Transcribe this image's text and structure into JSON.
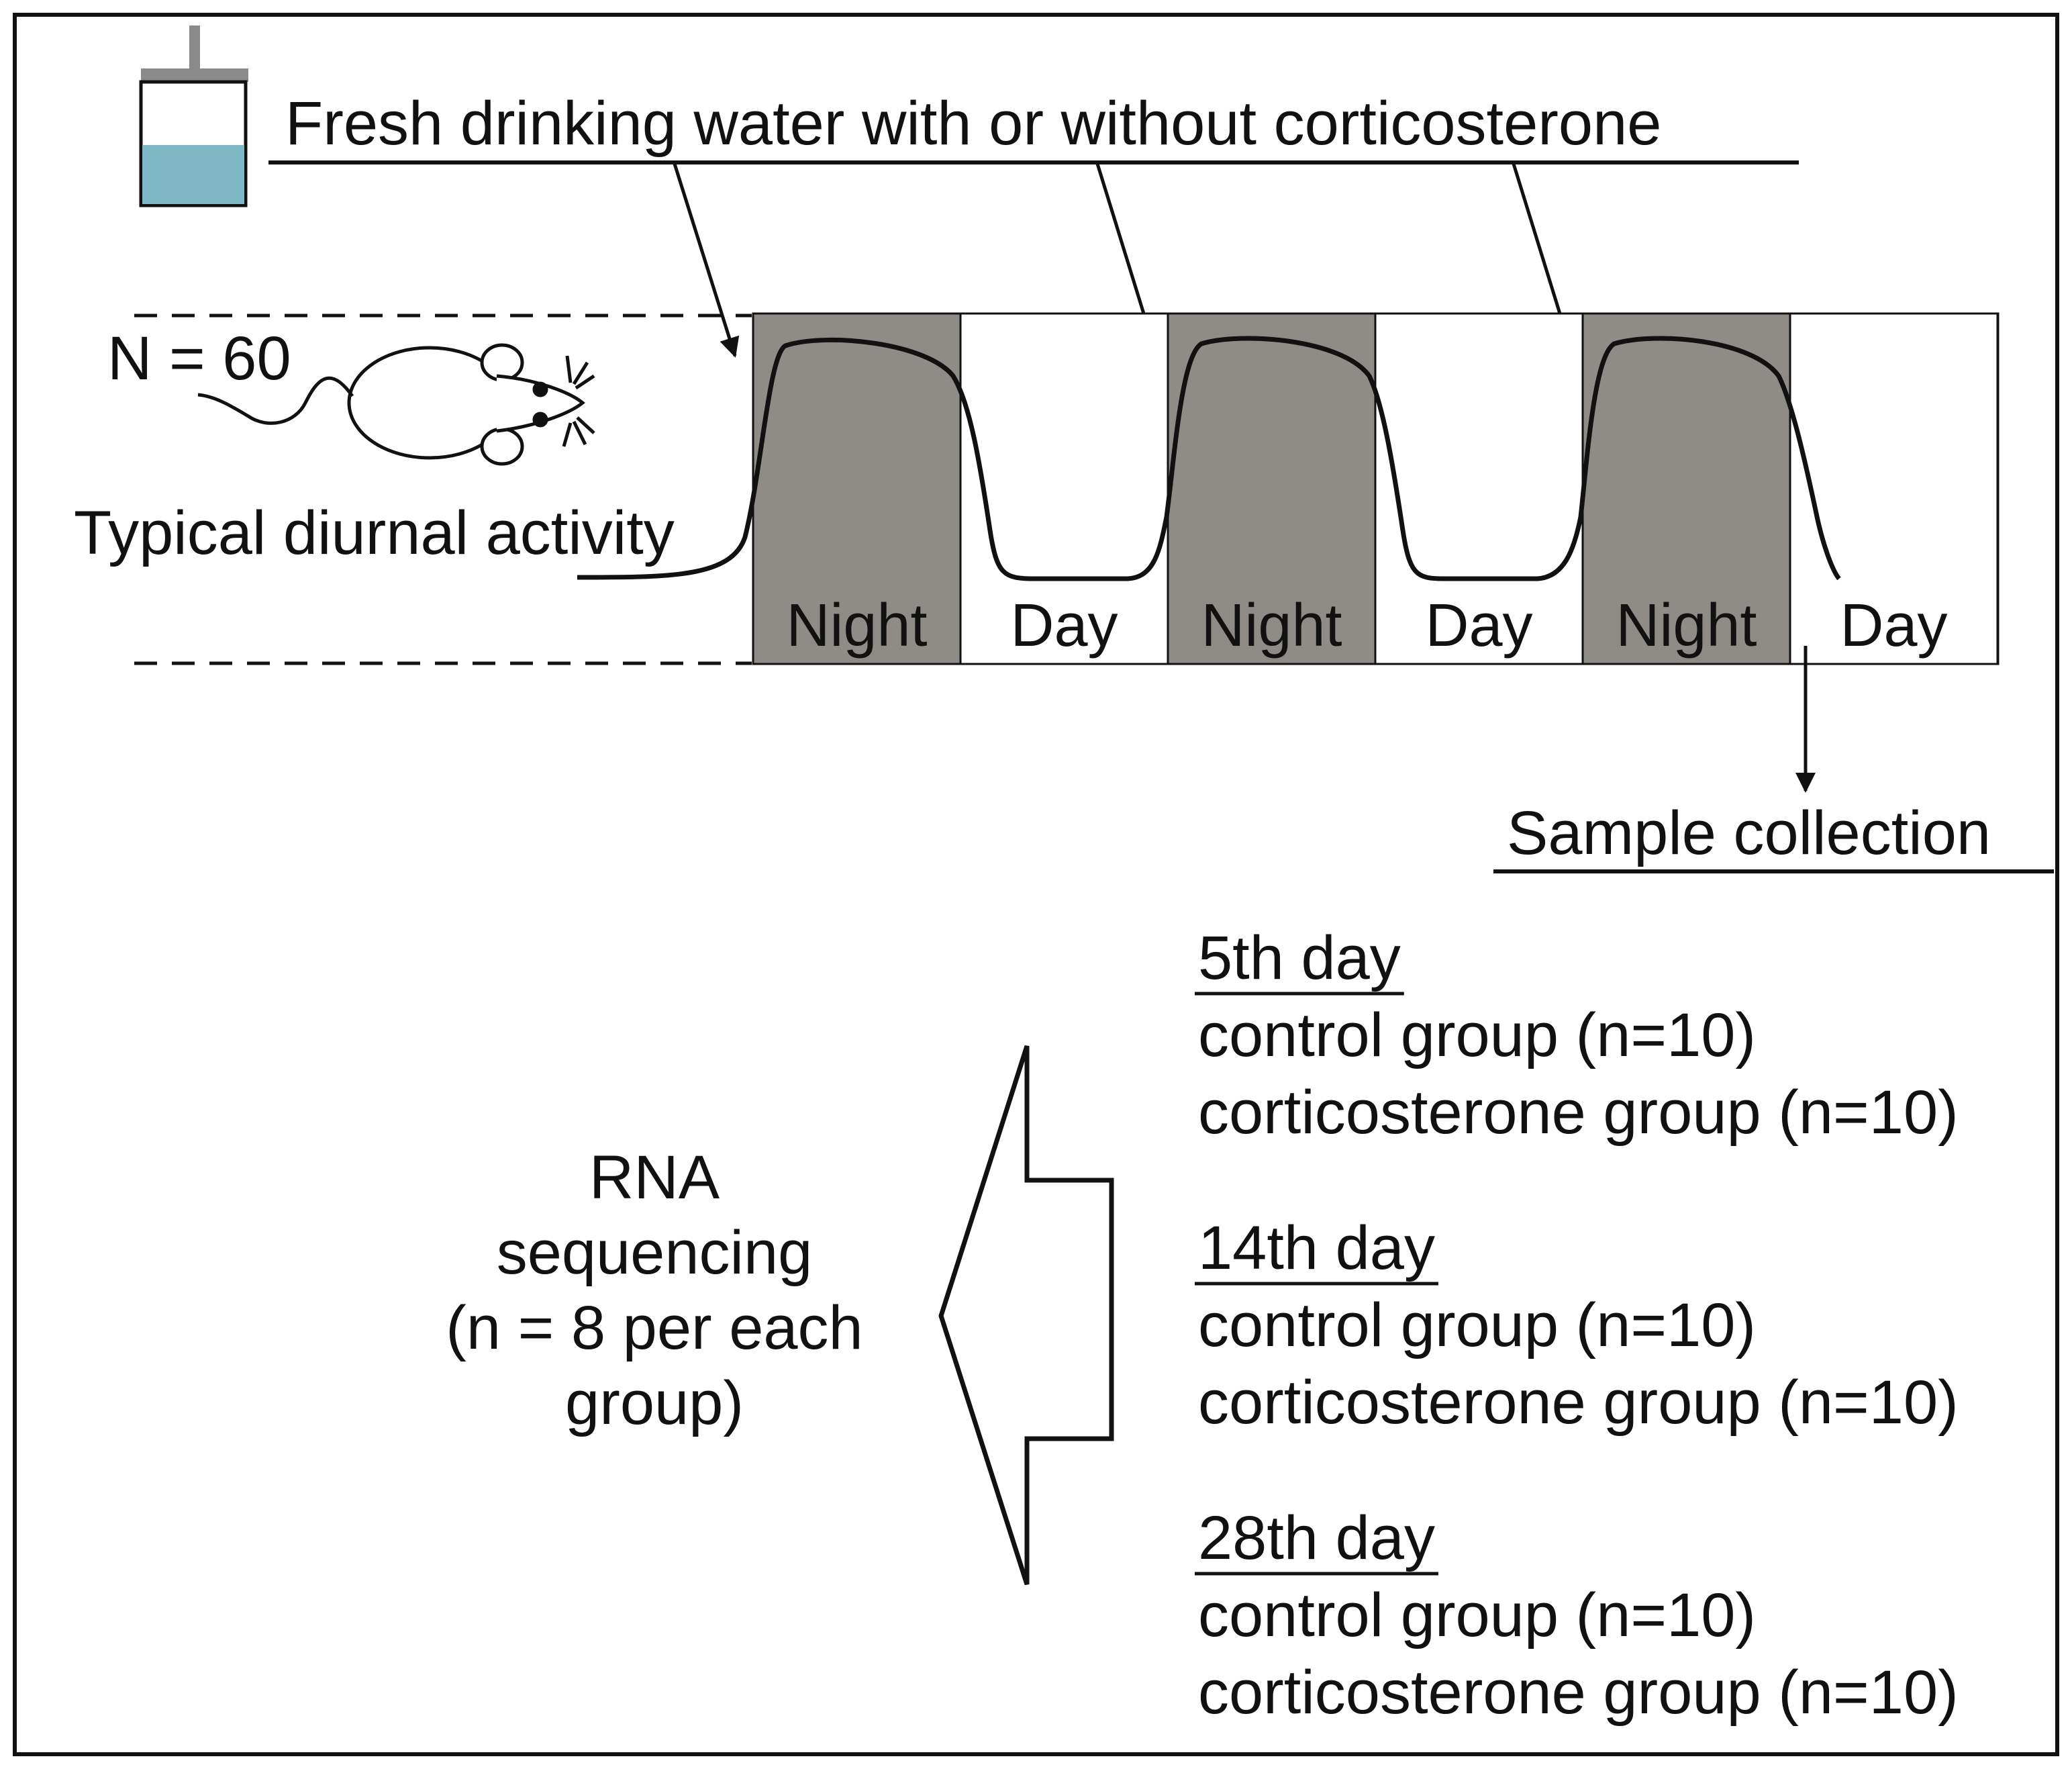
{
  "header": {
    "water_label": "Fresh drinking water with or without corticosterone"
  },
  "mouse": {
    "count_label": "N = 60",
    "activity_label": "Typical diurnal activity"
  },
  "cycle": {
    "phases": [
      {
        "label": "Night",
        "type": "night"
      },
      {
        "label": "Day",
        "type": "day"
      },
      {
        "label": "Night",
        "type": "night"
      },
      {
        "label": "Day",
        "type": "day"
      },
      {
        "label": "Night",
        "type": "night"
      },
      {
        "label": "Day",
        "type": "day"
      }
    ],
    "night_color": "#8f8b87",
    "day_color": "#ffffff",
    "water_color": "#7fb8c6"
  },
  "sample": {
    "label": "Sample collection"
  },
  "timepoints": [
    {
      "title": "5th day",
      "groups": [
        "control group (n=10)",
        "corticosterone group (n=10)"
      ]
    },
    {
      "title": "14th day",
      "groups": [
        "control group (n=10)",
        "corticosterone group (n=10)"
      ]
    },
    {
      "title": "28th day",
      "groups": [
        "control group (n=10)",
        "corticosterone group (n=10)"
      ]
    }
  ],
  "rna": {
    "lines": [
      "RNA",
      "sequencing",
      "(n = 8 per each",
      "group)"
    ]
  }
}
